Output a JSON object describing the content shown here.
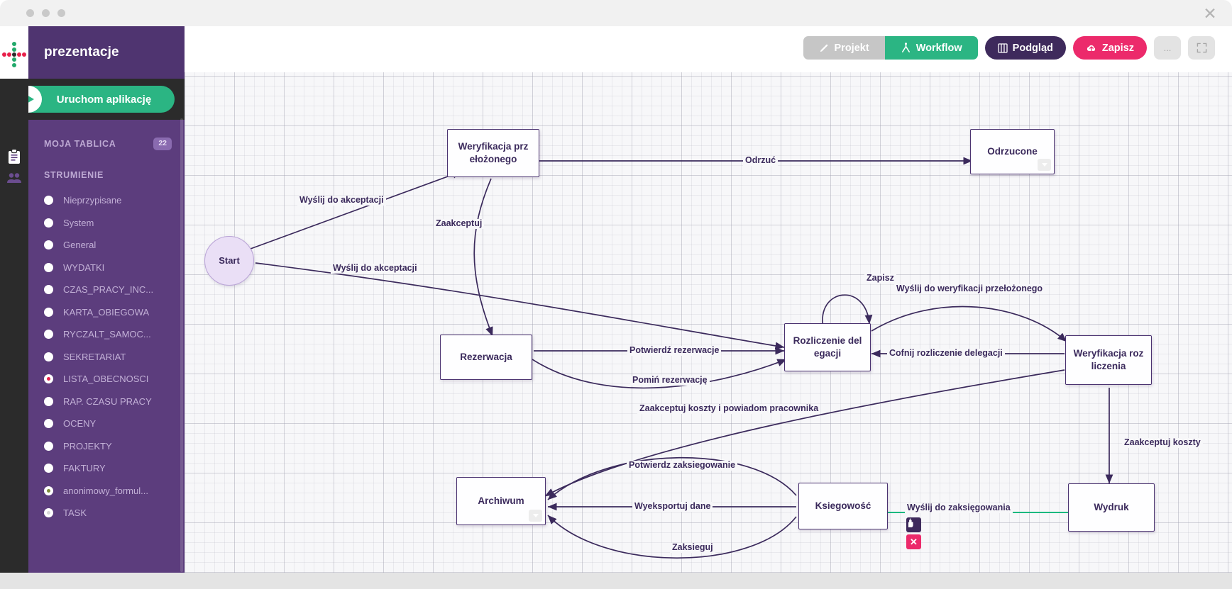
{
  "window": {
    "close_icon": "close-icon",
    "traffic_lights": [
      "dot-1",
      "dot-2",
      "dot-3"
    ]
  },
  "sidebar": {
    "logo_icon": "app-logo-cross-icon",
    "title": "prezentacje",
    "run_button": {
      "label": "Uruchom aplikację",
      "icon": "play-icon",
      "color": "#2bb583"
    },
    "rail_icons": [
      "clipboard-icon",
      "people-icon"
    ],
    "board": {
      "label": "MOJA TABLICA",
      "badge": "22",
      "icon": "clipboard-icon"
    },
    "streams_label": "STRUMIENIE",
    "items": [
      {
        "label": "Nieprzypisane",
        "dot": "#ffffff"
      },
      {
        "label": "System",
        "dot": "#ffffff"
      },
      {
        "label": "General",
        "dot": "#ffffff"
      },
      {
        "label": "WYDATKI",
        "dot": "#ffffff"
      },
      {
        "label": "CZAS_PRACY_INC...",
        "dot": "#ffffff"
      },
      {
        "label": "KARTA_OBIEGOWA",
        "dot": "#ffffff"
      },
      {
        "label": "RYCZALT_SAMOC...",
        "dot": "#ffffff"
      },
      {
        "label": "SEKRETARIAT",
        "dot": "#ffffff"
      },
      {
        "label": "LISTA_OBECNOSCI",
        "dot": "#e8204a"
      },
      {
        "label": "RAP. CZASU PRACY",
        "dot": "#ffffff"
      },
      {
        "label": "OCENY",
        "dot": "#ffffff"
      },
      {
        "label": "PROJEKTY",
        "dot": "#ffffff"
      },
      {
        "label": "FAKTURY",
        "dot": "#ffffff"
      },
      {
        "label": "anonimowy_formul...",
        "dot": "#7d8c3a"
      },
      {
        "label": "TASK",
        "dot": "#d9d9d9"
      }
    ]
  },
  "toolbar": {
    "tabs": [
      {
        "label": "Projekt",
        "icon": "pencil-icon",
        "active": false
      },
      {
        "label": "Workflow",
        "icon": "workflow-icon",
        "active": true
      }
    ],
    "preview": {
      "label": "Podgląd",
      "icon": "grid-icon",
      "color": "#3e2a5c"
    },
    "save": {
      "label": "Zapisz",
      "icon": "cloud-upload-icon",
      "color": "#ec2a6b"
    },
    "more": {
      "label": "...",
      "icon": "ellipsis-icon"
    },
    "fullscreen": {
      "label": "",
      "icon": "fullscreen-icon"
    }
  },
  "diagram": {
    "nodes": [
      {
        "id": "start",
        "label": "Start"
      },
      {
        "id": "weryf",
        "label": "Weryfikacja prz ełożonego"
      },
      {
        "id": "odrzucone",
        "label": "Odrzucone"
      },
      {
        "id": "rezerwacja",
        "label": "Rezerwacja"
      },
      {
        "id": "rozliczenie",
        "label": "Rozliczenie del egacji"
      },
      {
        "id": "weryfroz",
        "label": "Weryfikacja roz liczenia"
      },
      {
        "id": "archiwum",
        "label": "Archiwum"
      },
      {
        "id": "ksiegowosc",
        "label": "Ksiegowość"
      },
      {
        "id": "wydruk",
        "label": "Wydruk"
      }
    ],
    "edge_labels": {
      "odrzuc": "Odrzuć",
      "wyslij_akcept_1": "Wyślij do akceptacji",
      "zaakceptuj": "Zaakceptuj",
      "wyslij_akcept_2": "Wyślij do akceptacji",
      "zapisz": "Zapisz",
      "wyslij_weryf": "Wyślij do weryfikacji przełożonego",
      "potwierdz_rez": "Potwierdź rezerwacje",
      "cofnij_rozl": "Cofnij rozliczenie delegacji",
      "pomin_rez": "Pomiń rezerwację",
      "zaakceptuj_koszty_pow": "Zaakceptuj koszty i powiadom pracownika",
      "zaakceptuj_koszty": "Zaakceptuj koszty",
      "potwierdz_zaks": "Potwierdz zaksiegowanie",
      "wyeksportuj": "Wyeksportuj dane",
      "zaksieguj": "Zaksieguj",
      "wyslij_zaksieg": "Wyślij do zaksięgowania"
    },
    "selected_edge_color": "#19b97f",
    "edge_color": "#3b2a5c",
    "cursor_tools": {
      "hand": "hand-cursor-icon",
      "delete": "✕"
    }
  }
}
